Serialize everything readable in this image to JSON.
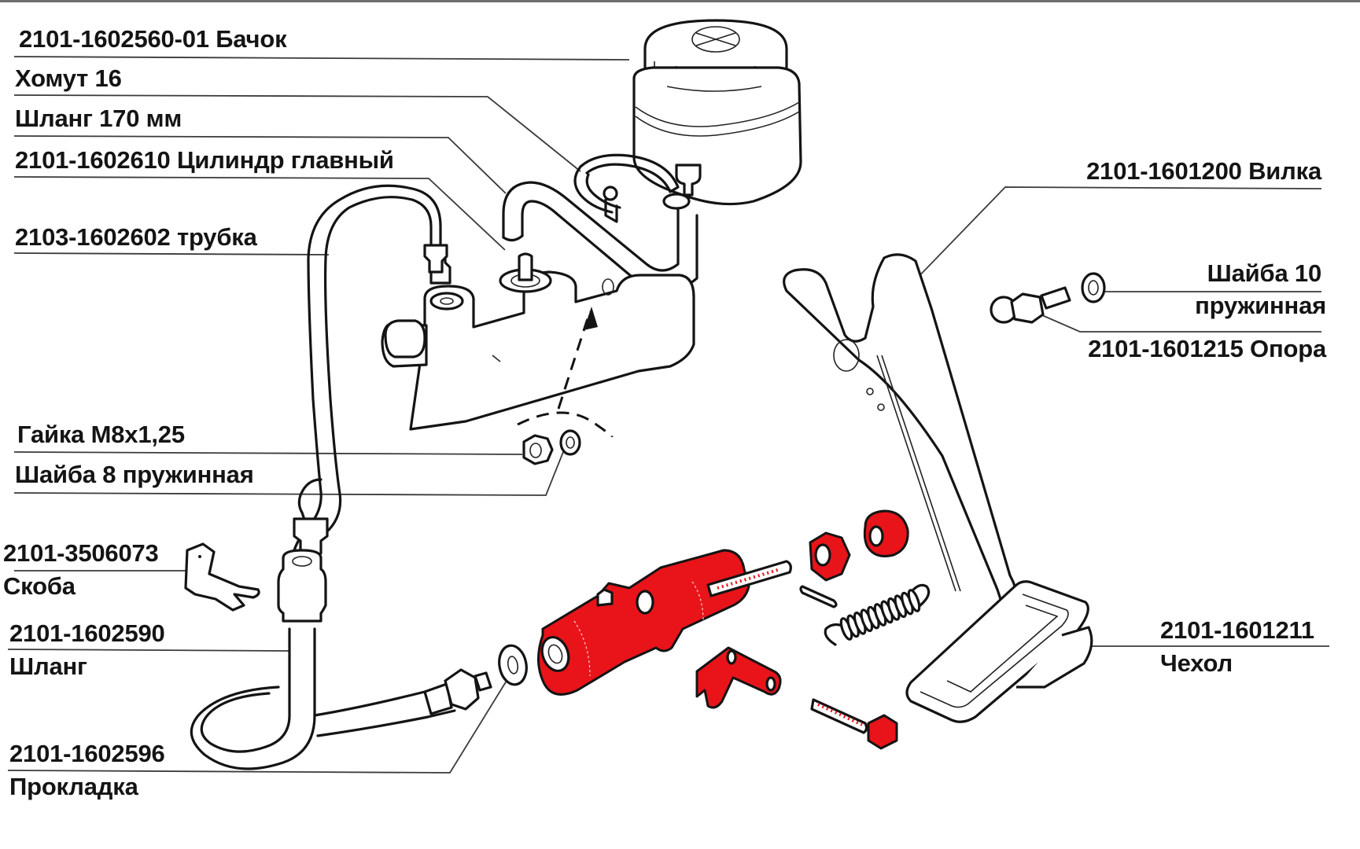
{
  "diagram": {
    "title": "Clutch hydraulic drive — exploded parts diagram",
    "accent_color": "#e8141a",
    "labels": {
      "reservoir": "2101-1602560-01 Бачок",
      "clamp": "Хомут 16",
      "hose_170": "Шланг 170 мм",
      "master_cylinder": "2101-1602610 Цилиндр главный",
      "tube": "2103-1602602 трубка",
      "nut": "Гайка М8х1,25",
      "washer_8": "Шайба 8 пружинная",
      "bracket_code": "2101-3506073",
      "bracket_name": "Скоба",
      "hose_code": "2101-1602590",
      "hose_name": "Шланг",
      "gasket_code": "2101-1602596",
      "gasket_name": "Прокладка",
      "fork": "2101-1601200 Вилка",
      "washer_10_line1": "Шайба 10",
      "washer_10_line2": "пружинная",
      "support": "2101-1601215 Опора",
      "boot_code": "2101-1601211",
      "boot_name": "Чехол"
    },
    "highlighted_assembly": "slave cylinder with rod, nuts, bracket, bolt (red)"
  }
}
